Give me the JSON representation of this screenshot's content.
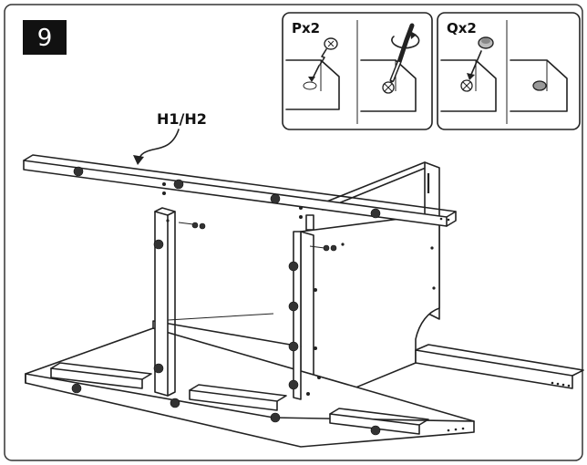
{
  "step": {
    "number": "9"
  },
  "callout_label": "H1/H2",
  "detail_boxes": [
    {
      "label": "Px2",
      "fastener": "cam-screw"
    },
    {
      "label": "Qx2",
      "fastener": "screw-cap"
    }
  ]
}
